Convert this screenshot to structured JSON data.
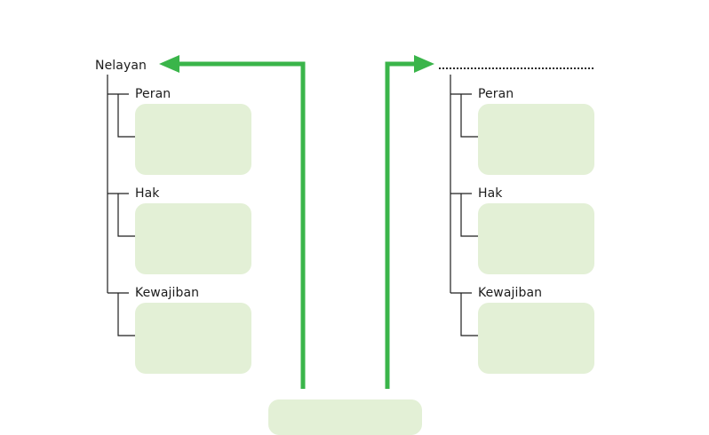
{
  "colors": {
    "arrow": "#3ab54a",
    "box_fill": "#e3f0d6",
    "tree_line": "#1f1f1f"
  },
  "left_tree": {
    "title": "Nelayan",
    "branches": [
      {
        "label": "Peran"
      },
      {
        "label": "Hak"
      },
      {
        "label": "Kewajiban"
      }
    ]
  },
  "right_tree": {
    "title": "",
    "branches": [
      {
        "label": "Peran"
      },
      {
        "label": "Hak"
      },
      {
        "label": "Kewajiban"
      }
    ]
  },
  "center_box": {
    "text": ""
  }
}
